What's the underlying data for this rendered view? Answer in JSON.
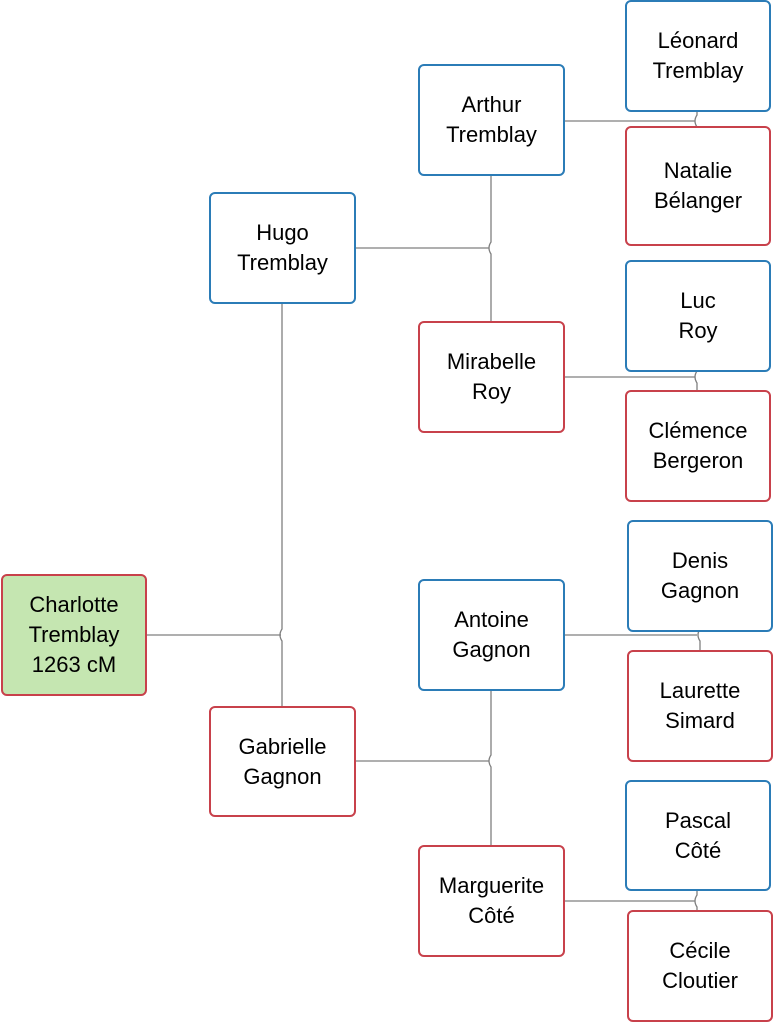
{
  "colors": {
    "male_border": "#2b7cb7",
    "female_border": "#c8414b",
    "root_fill": "#c5e6b1",
    "line": "#7f7f7f"
  },
  "people": {
    "root": {
      "first": "Charlotte",
      "last": "Tremblay",
      "note": "1263 cM",
      "sex": "female"
    },
    "father": {
      "first": "Hugo",
      "last": "Tremblay",
      "sex": "male"
    },
    "mother": {
      "first": "Gabrielle",
      "last": "Gagnon",
      "sex": "female"
    },
    "pat_grandfather": {
      "first": "Arthur",
      "last": "Tremblay",
      "sex": "male"
    },
    "pat_grandmother": {
      "first": "Mirabelle",
      "last": "Roy",
      "sex": "female"
    },
    "mat_grandfather": {
      "first": "Antoine",
      "last": "Gagnon",
      "sex": "male"
    },
    "mat_grandmother": {
      "first": "Marguerite",
      "last": "Côté",
      "sex": "female"
    },
    "ggf1": {
      "first": "Léonard",
      "last": "Tremblay",
      "sex": "male"
    },
    "ggm1": {
      "first": "Natalie",
      "last": "Bélanger",
      "sex": "female"
    },
    "ggf2": {
      "first": "Luc",
      "last": "Roy",
      "sex": "male"
    },
    "ggm2": {
      "first": "Clémence",
      "last": "Bergeron",
      "sex": "female"
    },
    "ggf3": {
      "first": "Denis",
      "last": "Gagnon",
      "sex": "male"
    },
    "ggm3": {
      "first": "Laurette",
      "last": "Simard",
      "sex": "female"
    },
    "ggf4": {
      "first": "Pascal",
      "last": "Côté",
      "sex": "male"
    },
    "ggm4": {
      "first": "Cécile",
      "last": "Cloutier",
      "sex": "female"
    }
  }
}
